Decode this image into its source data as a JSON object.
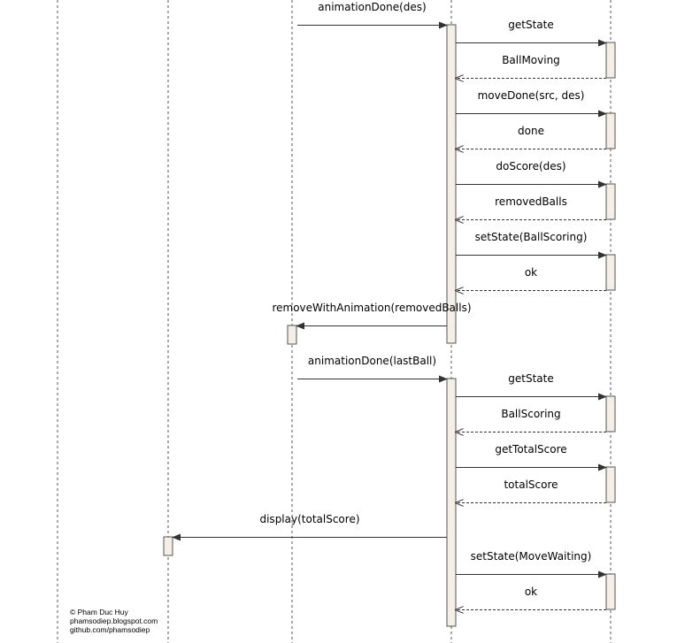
{
  "diagram": {
    "type": "sequence",
    "colors": {
      "lifeline": "#555555",
      "activation_fill": "#f3eee6",
      "activation_stroke": "#555555",
      "arrow": "#333333"
    },
    "lifelines": [
      "a",
      "b",
      "c",
      "d",
      "e"
    ],
    "messages": [
      {
        "from": "c",
        "to": "d",
        "label": "animationDone(des)",
        "kind": "call"
      },
      {
        "from": "d",
        "to": "e",
        "label": "getState",
        "kind": "call"
      },
      {
        "from": "e",
        "to": "d",
        "label": "BallMoving",
        "kind": "return"
      },
      {
        "from": "d",
        "to": "e",
        "label": "moveDone(src, des)",
        "kind": "call"
      },
      {
        "from": "e",
        "to": "d",
        "label": "done",
        "kind": "return"
      },
      {
        "from": "d",
        "to": "e",
        "label": "doScore(des)",
        "kind": "call"
      },
      {
        "from": "e",
        "to": "d",
        "label": "removedBalls",
        "kind": "return"
      },
      {
        "from": "d",
        "to": "e",
        "label": "setState(BallScoring)",
        "kind": "call"
      },
      {
        "from": "e",
        "to": "d",
        "label": "ok",
        "kind": "return"
      },
      {
        "from": "d",
        "to": "c",
        "label": "removeWithAnimation(removedBalls)",
        "kind": "call"
      },
      {
        "from": "c",
        "to": "d",
        "label": "animationDone(lastBall)",
        "kind": "call"
      },
      {
        "from": "d",
        "to": "e",
        "label": "getState",
        "kind": "call"
      },
      {
        "from": "e",
        "to": "d",
        "label": "BallScoring",
        "kind": "return"
      },
      {
        "from": "d",
        "to": "e",
        "label": "getTotalScore",
        "kind": "call"
      },
      {
        "from": "e",
        "to": "d",
        "label": "totalScore",
        "kind": "return"
      },
      {
        "from": "d",
        "to": "b",
        "label": "display(totalScore)",
        "kind": "call"
      },
      {
        "from": "d",
        "to": "e",
        "label": "setState(MoveWaiting)",
        "kind": "call"
      },
      {
        "from": "e",
        "to": "d",
        "label": "ok",
        "kind": "return"
      }
    ]
  },
  "credit": {
    "author": "© Pham Duc Huy",
    "blog": "phamsodiep.blogspot.com",
    "github": "github.com/phamsodiep"
  }
}
